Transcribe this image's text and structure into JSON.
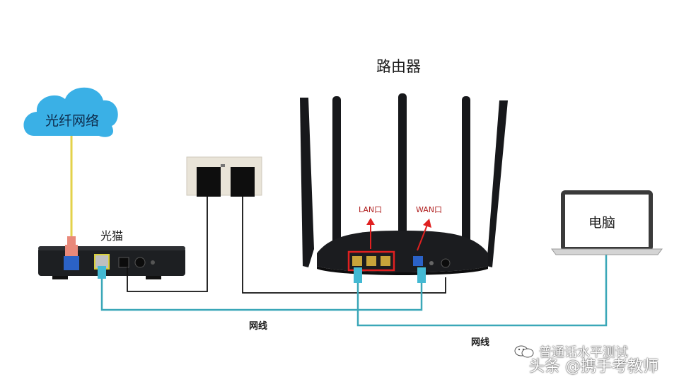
{
  "title": "路由器",
  "nodes": {
    "cloud": "光纤网络",
    "modem": "光猫",
    "computer": "电脑"
  },
  "ports": {
    "lan": "LAN口",
    "wan": "WAN口"
  },
  "cables": {
    "label_1": "网线",
    "label_2": "网线"
  },
  "watermark": {
    "line_1": "普通话水平测试",
    "line_2": "头条 @携手考教师",
    "icon": "wechat-icon"
  },
  "colors": {
    "cloud": "#3ab0e6",
    "fiber": "#e3d24a",
    "network_cable": "#3aa7b8",
    "power_cable": "#111111",
    "port_highlight": "#e02020"
  }
}
